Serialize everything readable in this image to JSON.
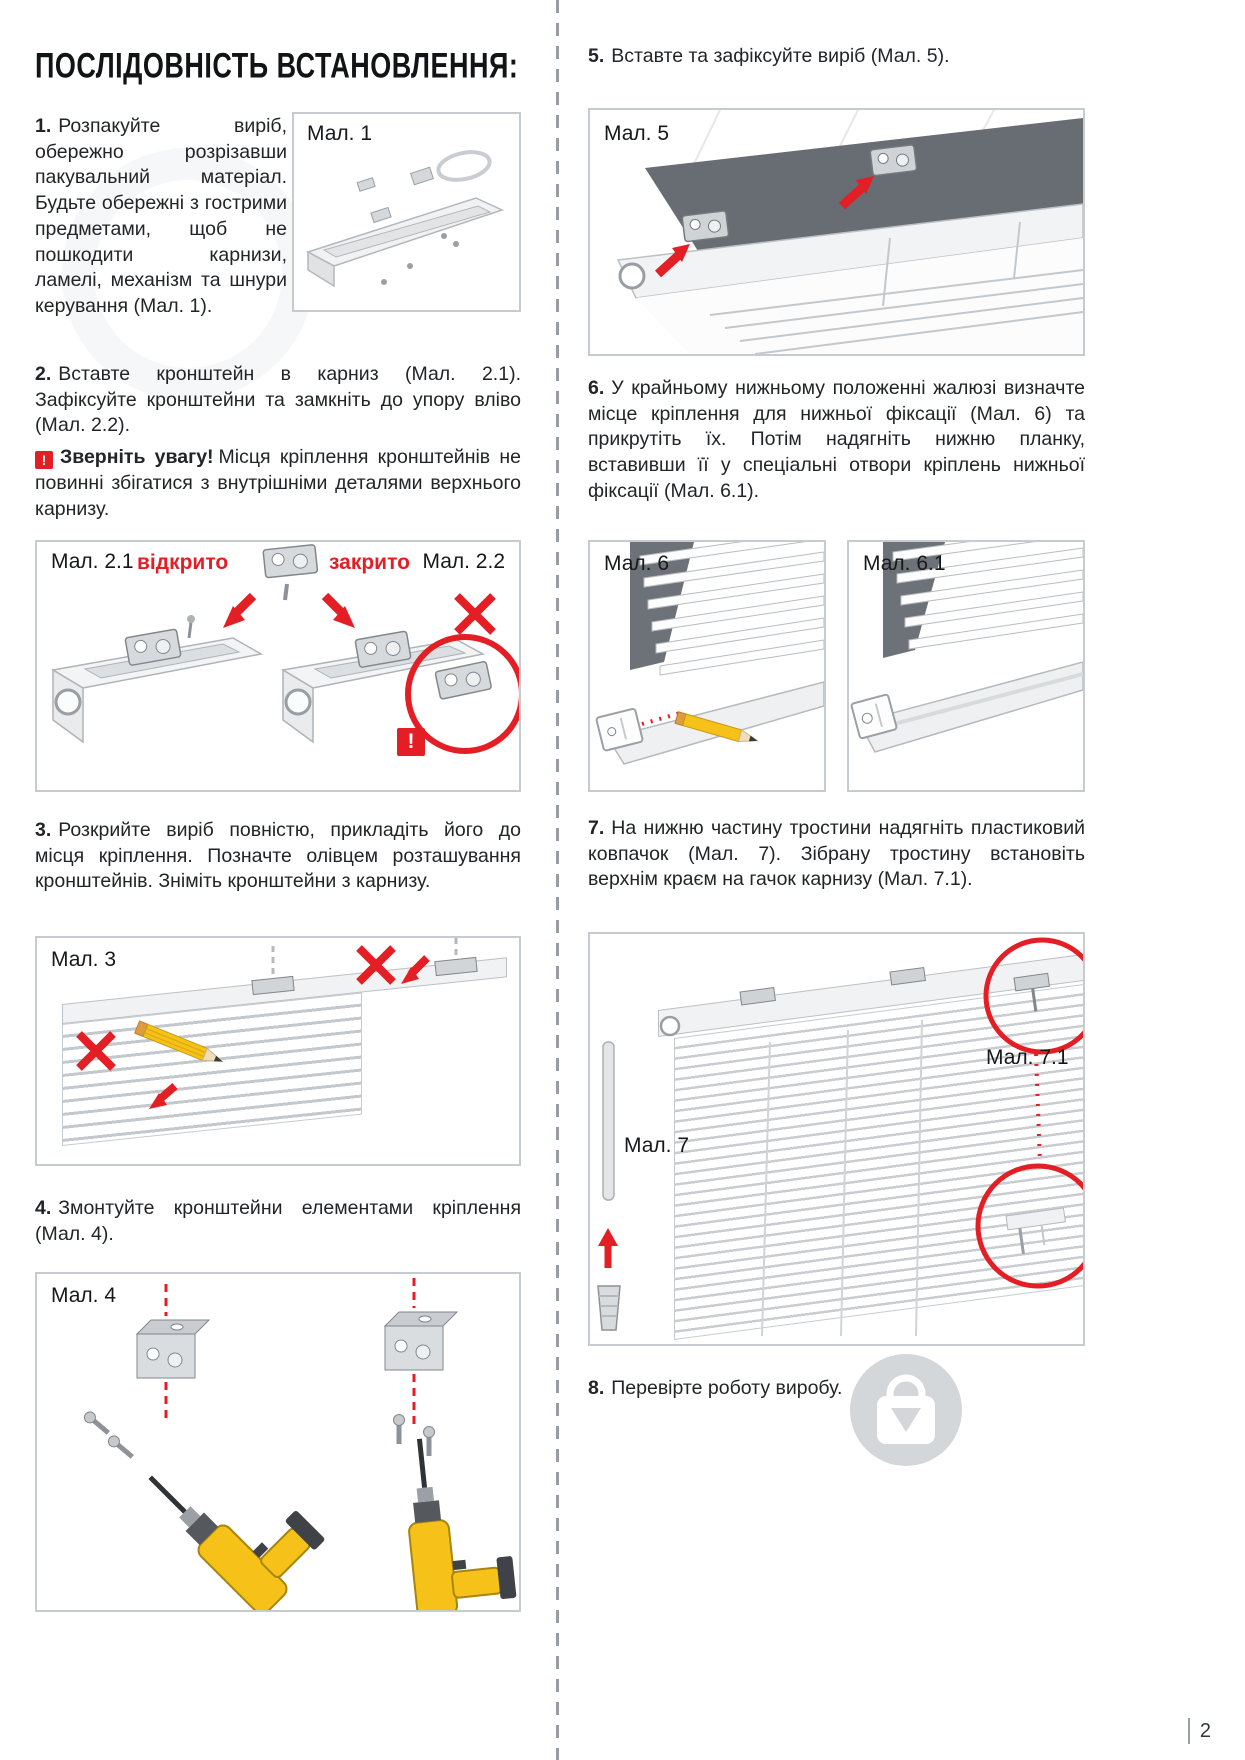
{
  "page": {
    "title": "ПОСЛІДОВНІСТЬ ВСТАНОВЛЕННЯ:",
    "number": "2"
  },
  "colors": {
    "accent_red": "#e31e24",
    "text": "#222427",
    "figure_border": "#c6cbcf",
    "drill_yellow": "#f6c21a"
  },
  "steps": {
    "s1": {
      "num": "1.",
      "text": "Розпакуйте виріб, обережно розрізавши пакувальний матеріал. Будьте обережні з гострими предметами, щоб не пошкодити карнизи, ламелі, механізм та шнури керування (Мал. 1)."
    },
    "s2": {
      "num": "2.",
      "text": "Вставте кронштейн в карниз (Мал. 2.1). Зафіксуйте кронштейни та замкніть до упору вліво (Мал. 2.2)."
    },
    "s2_warning": {
      "icon": "!",
      "title": "Зверніть увагу!",
      "text": "Місця кріплення кронштейнів не повинні збігатися з внутрішніми деталями верхнього карнизу."
    },
    "s3": {
      "num": "3.",
      "text": "Розкрийте виріб повністю, прикладіть його до місця кріплення. Позначте олівцем розташування кронштейнів. Зніміть кронштейни з карнизу."
    },
    "s4": {
      "num": "4.",
      "text": "Змонтуйте кронштейни елементами кріплення (Мал. 4)."
    },
    "s5": {
      "num": "5.",
      "text": "Вставте та зафіксуйте виріб (Мал. 5)."
    },
    "s6": {
      "num": "6.",
      "text": "У крайньому нижньому положенні жалюзі визначте місце кріплення для нижньої фіксації (Мал. 6) та прикрутіть їх. Потім надягніть нижню планку, вставивши її у спеціальні отвори кріплень нижньої фіксації (Мал. 6.1)."
    },
    "s7": {
      "num": "7.",
      "text": "На нижню частину тростини надягніть пластиковий ковпачок (Мал. 7). Зібрану тростину встановіть верхнім краєм на гачок карнизу (Мал. 7.1)."
    },
    "s8": {
      "num": "8.",
      "text": "Перевірте роботу виробу."
    }
  },
  "figures": {
    "f1": {
      "label": "Мал. 1"
    },
    "f2": {
      "label_left": "Мал. 2.1",
      "open_label": "відкрито",
      "closed_label": "закрито",
      "label_right": "Мал. 2.2",
      "exclaim": "!"
    },
    "f3": {
      "label": "Мал. 3"
    },
    "f4": {
      "label": "Мал. 4"
    },
    "f5": {
      "label": "Мал. 5"
    },
    "f6": {
      "label": "Мал. 6"
    },
    "f6_1": {
      "label": "Мал. 6.1"
    },
    "f7": {
      "label": "Мал. 7",
      "label_71": "Мал. 7.1"
    }
  }
}
